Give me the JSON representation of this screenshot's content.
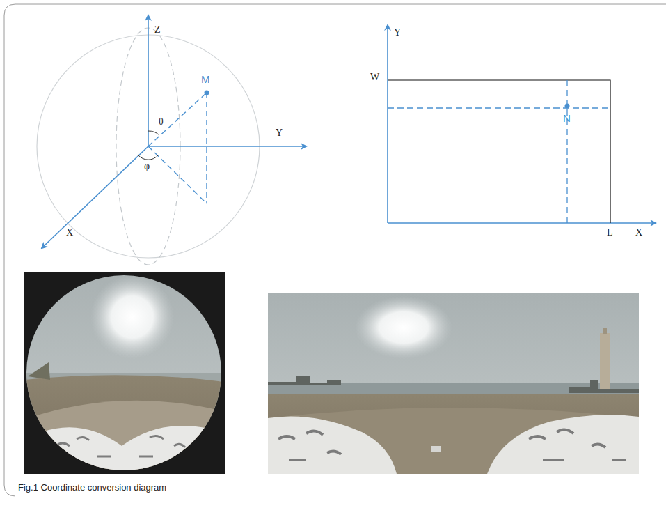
{
  "diagram": {
    "caption": "Fig.1 Coordinate conversion diagram",
    "labels": [
      "Z",
      "M",
      "θ",
      "Y",
      "φ",
      "X",
      "Y",
      "W",
      "N",
      "L",
      "X"
    ]
  }
}
